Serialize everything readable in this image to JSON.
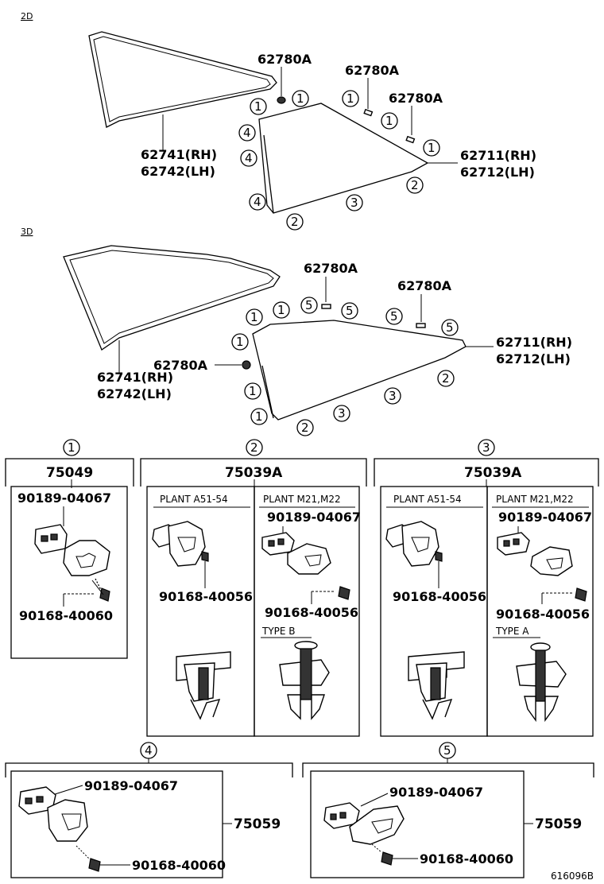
{
  "sections": {
    "two_door_tag": "2D",
    "three_door_tag": "3D"
  },
  "two_door": {
    "molding_rh": "62741(RH)",
    "molding_lh": "62742(LH)",
    "glass_rh": "62711(RH)",
    "glass_lh": "62712(LH)",
    "clip_label_1": "62780A",
    "clip_label_2": "62780A",
    "clip_label_3": "62780A",
    "callouts": [
      "1",
      "1",
      "1",
      "1",
      "1",
      "4",
      "4",
      "4",
      "2",
      "2",
      "3"
    ]
  },
  "three_door": {
    "molding_rh": "62741(RH)",
    "molding_lh": "62742(LH)",
    "glass_rh": "62711(RH)",
    "glass_lh": "62712(LH)",
    "clip_label_1": "62780A",
    "clip_label_2": "62780A",
    "clip_label_3": "62780A",
    "callouts": [
      "1",
      "1",
      "5",
      "5",
      "5",
      "5",
      "1",
      "1",
      "1",
      "2",
      "2",
      "3",
      "3"
    ]
  },
  "kits": {
    "k1": {
      "num": "1",
      "part": "75049",
      "top": "90189-04067",
      "bottom": "90168-40060"
    },
    "k2": {
      "num": "2",
      "part": "75039A",
      "left_plant": "PLANT A51-54",
      "right_plant": "PLANT M21,M22",
      "left_screw": "90168-40056",
      "right_top": "90189-04067",
      "right_screw": "90168-40056",
      "type": "TYPE B"
    },
    "k3": {
      "num": "3",
      "part": "75039A",
      "left_plant": "PLANT A51-54",
      "right_plant": "PLANT M21,M22",
      "left_screw": "90168-40056",
      "right_top": "90189-04067",
      "right_screw": "90168-40056",
      "type": "TYPE A"
    },
    "k4": {
      "num": "4",
      "part": "75059",
      "top": "90189-04067",
      "bottom": "90168-40060"
    },
    "k5": {
      "num": "5",
      "part": "75059",
      "top": "90189-04067",
      "bottom": "90168-40060"
    }
  },
  "footer": {
    "diagram_code": "616096B"
  }
}
